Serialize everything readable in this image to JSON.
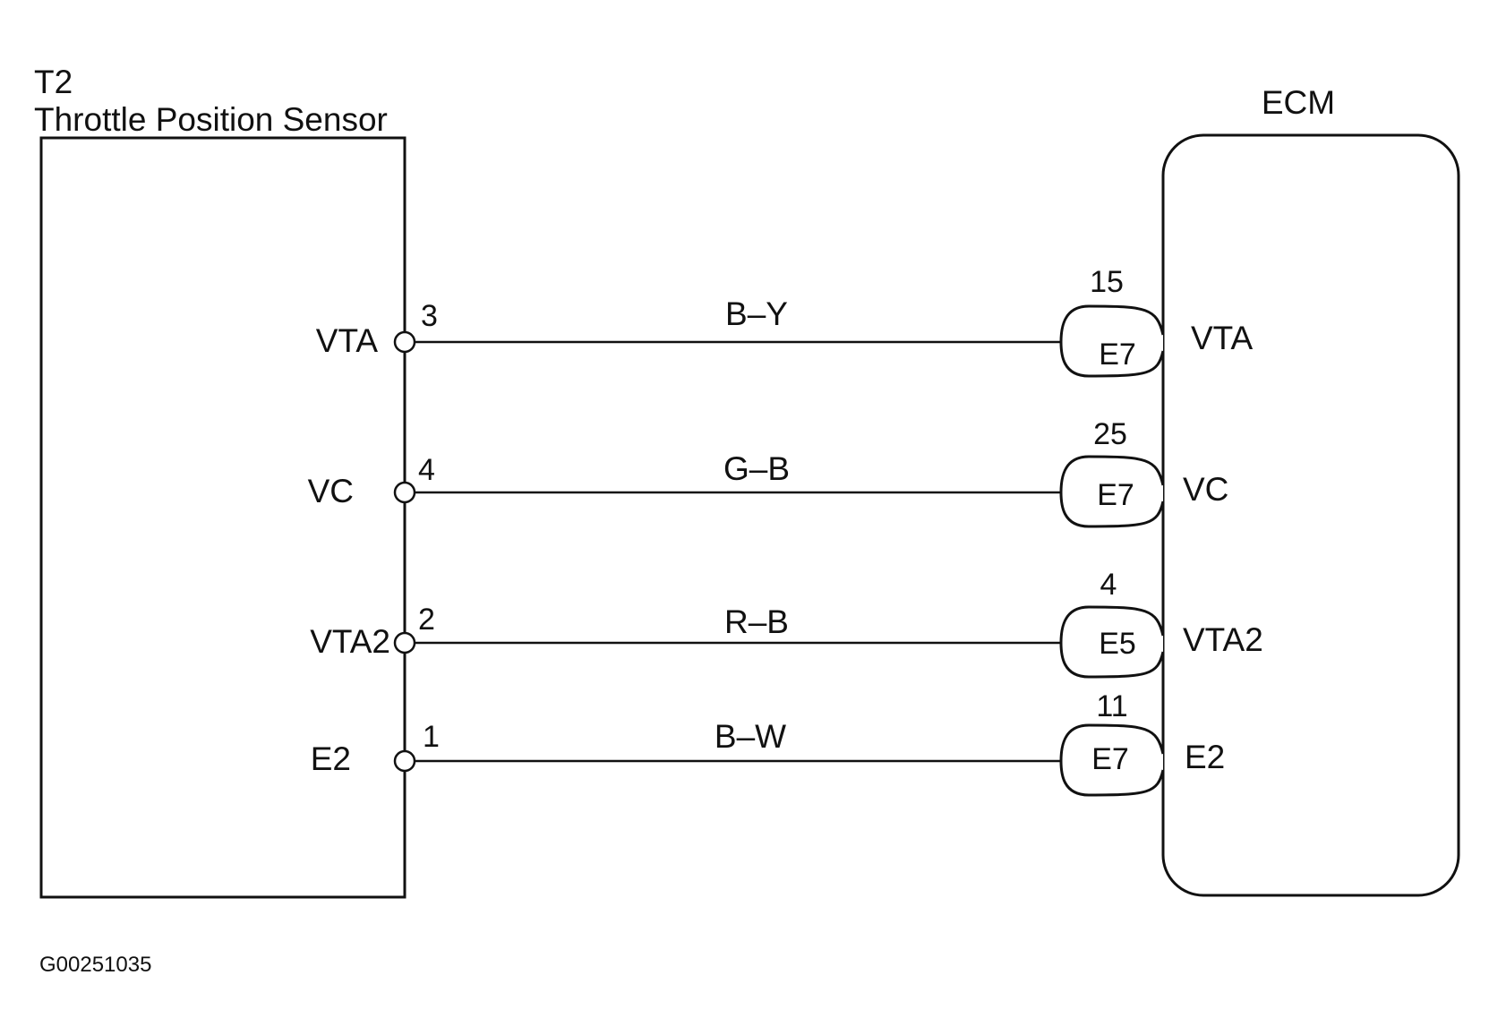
{
  "sensor": {
    "code": "T2",
    "name": "Throttle Position Sensor",
    "pins": [
      {
        "label": "VTA",
        "number": "3"
      },
      {
        "label": "VC",
        "number": "4"
      },
      {
        "label": "VTA2",
        "number": "2"
      },
      {
        "label": "E2",
        "number": "1"
      }
    ]
  },
  "ecm": {
    "title": "ECM",
    "terminals": [
      {
        "label": "VTA",
        "number": "15",
        "connector": "E7"
      },
      {
        "label": "VC",
        "number": "25",
        "connector": "E7"
      },
      {
        "label": "VTA2",
        "number": "4",
        "connector": "E5"
      },
      {
        "label": "E2",
        "number": "11",
        "connector": "E7"
      }
    ]
  },
  "wires": [
    {
      "color_code": "B–Y"
    },
    {
      "color_code": "G–B"
    },
    {
      "color_code": "R–B"
    },
    {
      "color_code": "B–W"
    }
  ],
  "figure_id": "G00251035"
}
